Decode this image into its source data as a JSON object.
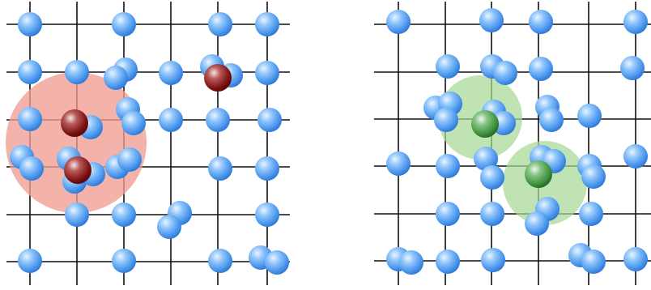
{
  "panels": [
    {
      "id": "left",
      "halo_color": "#ef9e94",
      "halo_opacity": 0.78,
      "highlight_color": "dark-red",
      "highlighted_atom_count": 3,
      "background_atom_color": "light-blue"
    },
    {
      "id": "right",
      "halo_color": "#a6d894",
      "halo_opacity": 0.72,
      "highlight_color": "green",
      "highlighted_atom_count": 2,
      "background_atom_color": "light-blue"
    }
  ],
  "colors": {
    "grid_line": "#111111",
    "blue_atom": "#4b96ea",
    "red_atom": "#8a1515",
    "green_atom": "#3f9a3f"
  }
}
